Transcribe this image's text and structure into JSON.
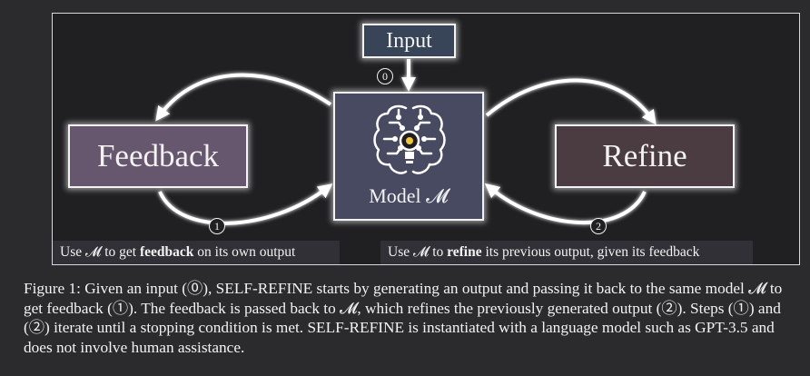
{
  "diagram": {
    "input_label": "Input",
    "model_label": "Model 𝓜",
    "feedback_label": "Feedback",
    "refine_label": "Refine",
    "step_badges": [
      "0",
      "1",
      "2"
    ],
    "caption_left": {
      "pre": "Use 𝓜 to get ",
      "bold": "feedback",
      "post": " on its own output"
    },
    "caption_right": {
      "pre": "Use 𝓜 to ",
      "bold": "refine",
      "post": " its previous output, given its feedback"
    }
  },
  "figure_caption": {
    "text": "Figure 1: Given an input (⓪), SELF-REFINE starts by generating an output and passing it back to the same model 𝓜 to get feedback (①). The feedback is passed back to 𝓜, which refines the previously generated output (②). Steps (①) and (②) iterate until a stopping condition is met. SELF-REFINE is instantiated with a language model such as GPT-3.5 and does not involve human assistance."
  },
  "colors": {
    "background": "#2b2b2d",
    "input_box": "#384558",
    "model_box": "#474a60",
    "feedback_box": "#66566e",
    "refine_box": "#4a3c40"
  }
}
